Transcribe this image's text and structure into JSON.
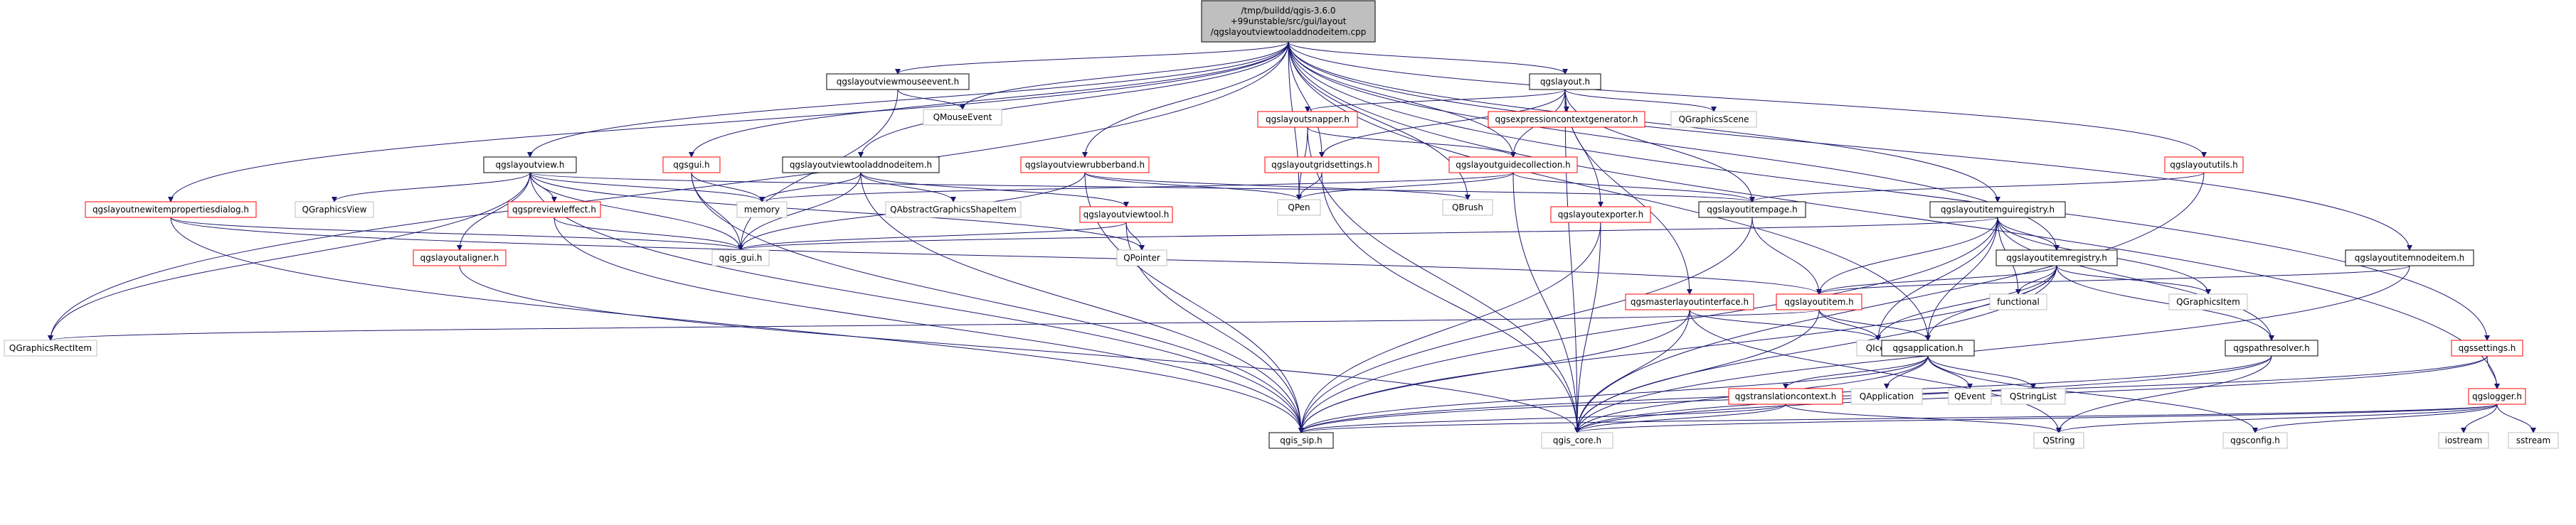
{
  "root": {
    "lines": [
      "/tmp/buildd/qgis-3.6.0",
      "+99unstable/src/gui/layout",
      "/qgslayoutviewtooladdnodeitem.cpp"
    ]
  },
  "nodes": [
    {
      "id": "n_qgslayoutviewmouseevent",
      "label": "qgslayoutviewmouseevent.h",
      "style": "black"
    },
    {
      "id": "n_qgslayout",
      "label": "qgslayout.h",
      "style": "black"
    },
    {
      "id": "n_qmouseevent",
      "label": "QMouseEvent",
      "style": "grey"
    },
    {
      "id": "n_qgslayoutsnapper",
      "label": "qgslayoutsnapper.h",
      "style": "red"
    },
    {
      "id": "n_qgsexpressioncontextgenerator",
      "label": "qgsexpressioncontextgenerator.h",
      "style": "red"
    },
    {
      "id": "n_qgraphicsscene",
      "label": "QGraphicsScene",
      "style": "grey"
    },
    {
      "id": "n_qgslayoutview",
      "label": "qgslayoutview.h",
      "style": "black"
    },
    {
      "id": "n_qgsgui",
      "label": "qgsgui.h",
      "style": "red"
    },
    {
      "id": "n_qgslayoutviewtooladdnodeitem",
      "label": "qgslayoutviewtooladdnodeitem.h",
      "style": "black"
    },
    {
      "id": "n_qgslayoutviewrubberband",
      "label": "qgslayoutviewrubberband.h",
      "style": "red"
    },
    {
      "id": "n_qgslayoutgridsettings",
      "label": "qgslayoutgridsettings.h",
      "style": "red"
    },
    {
      "id": "n_qgslayoutguidecollection",
      "label": "qgslayoutguidecollection.h",
      "style": "red"
    },
    {
      "id": "n_qgslayoututils",
      "label": "qgslayoututils.h",
      "style": "red"
    },
    {
      "id": "n_qgslayoutnewitempropertiesdialog",
      "label": "qgslayoutnewitempropertiesdialog.h",
      "style": "red"
    },
    {
      "id": "n_qgraphicsview",
      "label": "QGraphicsView",
      "style": "grey"
    },
    {
      "id": "n_qgspreviewleffect",
      "label": "qgspreviewleffect.h",
      "style": "red"
    },
    {
      "id": "n_memory",
      "label": "memory",
      "style": "grey"
    },
    {
      "id": "n_qabstractgraphicsshapeitem",
      "label": "QAbstractGraphicsShapeItem",
      "style": "grey"
    },
    {
      "id": "n_qgslayoutviewtool",
      "label": "qgslayoutviewtool.h",
      "style": "red"
    },
    {
      "id": "n_qpen",
      "label": "QPen",
      "style": "grey"
    },
    {
      "id": "n_qbrush",
      "label": "QBrush",
      "style": "grey"
    },
    {
      "id": "n_qgslayoutexporter",
      "label": "qgslayoutexporter.h",
      "style": "red"
    },
    {
      "id": "n_qgslayoutitempage",
      "label": "qgslayoutitempage.h",
      "style": "black"
    },
    {
      "id": "n_qgslayoutitemguiregistry",
      "label": "qgslayoutitemguiregistry.h",
      "style": "black"
    },
    {
      "id": "n_qgslayoutaligner",
      "label": "qgslayoutaligner.h",
      "style": "red"
    },
    {
      "id": "n_qgis_gui",
      "label": "qgis_gui.h",
      "style": "grey"
    },
    {
      "id": "n_qpointer",
      "label": "QPointer",
      "style": "grey"
    },
    {
      "id": "n_qgslayoutitemregistry",
      "label": "qgslayoutitemregistry.h",
      "style": "black"
    },
    {
      "id": "n_qgslayoutitemnodeitem",
      "label": "qgslayoutitemnodeitem.h",
      "style": "black"
    },
    {
      "id": "n_qgsmasterlayoutinterface",
      "label": "qgsmasterlayoutinterface.h",
      "style": "red"
    },
    {
      "id": "n_qgslayoutitem",
      "label": "qgslayoutitem.h",
      "style": "red"
    },
    {
      "id": "n_functional",
      "label": "functional",
      "style": "grey"
    },
    {
      "id": "n_qgraphicsitem",
      "label": "QGraphicsItem",
      "style": "grey"
    },
    {
      "id": "n_qgraphicsrectitem",
      "label": "QGraphicsRectItem",
      "style": "grey"
    },
    {
      "id": "n_qicon",
      "label": "QIcon",
      "style": "grey"
    },
    {
      "id": "n_qgsapplication",
      "label": "qgsapplication.h",
      "style": "black"
    },
    {
      "id": "n_qgspathresolver",
      "label": "qgspathresolver.h",
      "style": "black"
    },
    {
      "id": "n_qgssettings",
      "label": "qgssettings.h",
      "style": "red"
    },
    {
      "id": "n_qgslogger",
      "label": "qgslogger.h",
      "style": "red"
    },
    {
      "id": "n_qgstranslationcontext",
      "label": "qgstranslationcontext.h",
      "style": "red"
    },
    {
      "id": "n_qapplication",
      "label": "QApplication",
      "style": "grey"
    },
    {
      "id": "n_qevent",
      "label": "QEvent",
      "style": "grey"
    },
    {
      "id": "n_qstringlist",
      "label": "QStringList",
      "style": "grey"
    },
    {
      "id": "n_qgis_sip",
      "label": "qgis_sip.h",
      "style": "black"
    },
    {
      "id": "n_qgis_core",
      "label": "qgis_core.h",
      "style": "grey"
    },
    {
      "id": "n_qstring",
      "label": "QString",
      "style": "grey"
    },
    {
      "id": "n_qgsconfig",
      "label": "qgsconfig.h",
      "style": "grey"
    },
    {
      "id": "n_iostream",
      "label": "iostream",
      "style": "grey"
    },
    {
      "id": "n_sstream",
      "label": "sstream",
      "style": "grey"
    }
  ],
  "edges": [
    [
      "root",
      "n_qgslayoutviewmouseevent"
    ],
    [
      "root",
      "n_qgslayout"
    ],
    [
      "root",
      "n_qmouseevent"
    ],
    [
      "root",
      "n_qgslayoutview"
    ],
    [
      "root",
      "n_qgsgui"
    ],
    [
      "root",
      "n_qgslayoutviewtooladdnodeitem"
    ],
    [
      "root",
      "n_qgslayoutviewrubberband"
    ],
    [
      "root",
      "n_qgslayoututils"
    ],
    [
      "root",
      "n_qgslayoutnewitempropertiesdialog"
    ],
    [
      "root",
      "n_qgraphicsrectitem"
    ],
    [
      "root",
      "n_qgslayoutitemguiregistry"
    ],
    [
      "root",
      "n_qgslayoutitemregistry"
    ],
    [
      "root",
      "n_qgslayoutitemnodeitem"
    ],
    [
      "root",
      "n_qgssettings"
    ],
    [
      "root",
      "n_qgslogger"
    ],
    [
      "root",
      "n_qgsapplication"
    ],
    [
      "root",
      "n_qpen"
    ],
    [
      "root",
      "n_qgslayoutguidecollection"
    ],
    [
      "root",
      "n_qgslayoutgridsettings"
    ],
    [
      "root",
      "n_qbrush"
    ],
    [
      "n_qgslayoutviewmouseevent",
      "n_qmouseevent"
    ],
    [
      "n_qgslayoutviewmouseevent",
      "n_qgis_gui"
    ],
    [
      "n_qgslayout",
      "n_qgslayoutsnapper"
    ],
    [
      "n_qgslayout",
      "n_qgsexpressioncontextgenerator"
    ],
    [
      "n_qgslayout",
      "n_qgraphicsscene"
    ],
    [
      "n_qgslayout",
      "n_qgslayoutgridsettings"
    ],
    [
      "n_qgslayout",
      "n_qgslayoutguidecollection"
    ],
    [
      "n_qgslayout",
      "n_qgslayoutexporter"
    ],
    [
      "n_qgslayout",
      "n_qgslayoutitempage"
    ],
    [
      "n_qgslayout",
      "n_qgsmasterlayoutinterface"
    ],
    [
      "n_qgslayout",
      "n_qgis_core"
    ],
    [
      "n_qgslayoutsnapper",
      "n_qgslayoutguidecollection"
    ],
    [
      "n_qgslayoutsnapper",
      "n_qpen"
    ],
    [
      "n_qgslayoutsnapper",
      "n_qgis_core"
    ],
    [
      "n_qgslayoutgridsettings",
      "n_qpen"
    ],
    [
      "n_qgslayoutgridsettings",
      "n_qgis_core"
    ],
    [
      "n_qgslayoutguidecollection",
      "n_qpen"
    ],
    [
      "n_qgslayoutguidecollection",
      "n_memory"
    ],
    [
      "n_qgslayoutguidecollection",
      "n_qgslayoutitempage"
    ],
    [
      "n_qgslayoutguidecollection",
      "n_qgis_core"
    ],
    [
      "n_qgslayoutview",
      "n_qgraphicsview"
    ],
    [
      "n_qgslayoutview",
      "n_qgspreviewleffect"
    ],
    [
      "n_qgslayoutview",
      "n_memory"
    ],
    [
      "n_qgslayoutview",
      "n_qgslayoutaligner"
    ],
    [
      "n_qgslayoutview",
      "n_qgis_gui"
    ],
    [
      "n_qgslayoutview",
      "n_qgraphicsrectitem"
    ],
    [
      "n_qgslayoutview",
      "n_qgis_sip"
    ],
    [
      "n_qgslayoutview",
      "n_qpointer"
    ],
    [
      "n_qgslayoutview",
      "n_qgslayoutitempage"
    ],
    [
      "n_qgsgui",
      "n_memory"
    ],
    [
      "n_qgsgui",
      "n_qgis_gui"
    ],
    [
      "n_qgsgui",
      "n_qgis_sip"
    ],
    [
      "n_qgslayoutviewtooladdnodeitem",
      "n_memory"
    ],
    [
      "n_qgslayoutviewtooladdnodeitem",
      "n_qgis_gui"
    ],
    [
      "n_qgslayoutviewtooladdnodeitem",
      "n_qabstractgraphicsshapeitem"
    ],
    [
      "n_qgslayoutviewtooladdnodeitem",
      "n_qgslayoutviewtool"
    ],
    [
      "n_qgslayoutviewtooladdnodeitem",
      "n_qgis_sip"
    ],
    [
      "n_qgslayoutviewrubberband",
      "n_qgis_gui"
    ],
    [
      "n_qgslayoutviewrubberband",
      "n_qpen"
    ],
    [
      "n_qgslayoutviewrubberband",
      "n_qbrush"
    ],
    [
      "n_qgslayoutviewrubberband",
      "n_qgis_sip"
    ],
    [
      "n_qgslayoutviewtool",
      "n_qgis_gui"
    ],
    [
      "n_qgslayoutviewtool",
      "n_qpointer"
    ],
    [
      "n_qgslayoutviewtool",
      "n_qgis_sip"
    ],
    [
      "n_qgslayoutnewitempropertiesdialog",
      "n_qgis_gui"
    ],
    [
      "n_qgslayoutnewitempropertiesdialog",
      "n_qgis_sip"
    ],
    [
      "n_qgslayoutnewitempropertiesdialog",
      "n_qgslayoutitem"
    ],
    [
      "n_qgspreviewleffect",
      "n_qgis_gui"
    ],
    [
      "n_qgspreviewleffect",
      "n_qgis_sip"
    ],
    [
      "n_qgslayoutaligner",
      "n_qgis_core"
    ],
    [
      "n_qgslayoutexporter",
      "n_qgis_core"
    ],
    [
      "n_qgslayoutexporter",
      "n_qgis_sip"
    ],
    [
      "n_qgslayoutitempage",
      "n_qgslayoutitem"
    ],
    [
      "n_qgslayoutitempage",
      "n_qgis_sip"
    ],
    [
      "n_qgslayoututils",
      "n_qgslayoutitempage"
    ],
    [
      "n_qgslayoututils",
      "n_qgis_core"
    ],
    [
      "n_qgslayoutitemguiregistry",
      "n_qgis_gui"
    ],
    [
      "n_qgslayoutitemguiregistry",
      "n_qgslayoutitemregistry"
    ],
    [
      "n_qgslayoutitemguiregistry",
      "n_functional"
    ],
    [
      "n_qgslayoutitemguiregistry",
      "n_qgraphicsitem"
    ],
    [
      "n_qgslayoutitemguiregistry",
      "n_qicon"
    ],
    [
      "n_qgslayoutitemguiregistry",
      "n_qgslayoutitem"
    ],
    [
      "n_qgslayoutitemguiregistry",
      "n_qgsapplication"
    ],
    [
      "n_qgslayoutitemguiregistry",
      "n_qgis_sip"
    ],
    [
      "n_qgslayoutitemguiregistry",
      "n_qgspathresolver"
    ],
    [
      "n_qgslayoutitemregistry",
      "n_qgslayoutitem"
    ],
    [
      "n_qgslayoutitemregistry",
      "n_functional"
    ],
    [
      "n_qgslayoutitemregistry",
      "n_qgraphicsitem"
    ],
    [
      "n_qgslayoutitemregistry",
      "n_qicon"
    ],
    [
      "n_qgslayoutitemregistry",
      "n_qgsapplication"
    ],
    [
      "n_qgslayoutitemregistry",
      "n_qgspathresolver"
    ],
    [
      "n_qgslayoutitemregistry",
      "n_qgis_core"
    ],
    [
      "n_qgslayoutitemregistry",
      "n_qgis_sip"
    ],
    [
      "n_qgslayoutitemnodeitem",
      "n_qgslayoutitem"
    ],
    [
      "n_qgslayoutitemnodeitem",
      "n_qgis_core"
    ],
    [
      "n_qgsmasterlayoutinterface",
      "n_qicon"
    ],
    [
      "n_qgsmasterlayoutinterface",
      "n_qgis_core"
    ],
    [
      "n_qgsmasterlayoutinterface",
      "n_qgis_sip"
    ],
    [
      "n_qgsmasterlayoutinterface",
      "n_qstring"
    ],
    [
      "n_qgslayoutitem",
      "n_qgraphicsrectitem"
    ],
    [
      "n_qgslayoutitem",
      "n_qicon"
    ],
    [
      "n_qgslayoutitem",
      "n_qgsapplication"
    ],
    [
      "n_qgslayoutitem",
      "n_qgis_core"
    ],
    [
      "n_qgsapplication",
      "n_qgstranslationcontext"
    ],
    [
      "n_qgsapplication",
      "n_qapplication"
    ],
    [
      "n_qgsapplication",
      "n_qevent"
    ],
    [
      "n_qgsapplication",
      "n_qstringlist"
    ],
    [
      "n_qgsapplication",
      "n_qgsconfig"
    ],
    [
      "n_qgsapplication",
      "n_qgis_core"
    ],
    [
      "n_qgsapplication",
      "n_qgis_sip"
    ],
    [
      "n_qgspathresolver",
      "n_qgis_core"
    ],
    [
      "n_qgspathresolver",
      "n_qstring"
    ],
    [
      "n_qgspathresolver",
      "n_qgis_sip"
    ],
    [
      "n_qgstranslationcontext",
      "n_qgis_core"
    ],
    [
      "n_qgstranslationcontext",
      "n_qstring"
    ],
    [
      "n_qgstranslationcontext",
      "n_qgis_sip"
    ],
    [
      "n_qgssettings",
      "n_qgis_core"
    ],
    [
      "n_qgssettings",
      "n_qgslogger"
    ],
    [
      "n_qgssettings",
      "n_qgis_sip"
    ],
    [
      "n_qgslogger",
      "n_qgis_core"
    ],
    [
      "n_qgslogger",
      "n_qstring"
    ],
    [
      "n_qgslogger",
      "n_iostream"
    ],
    [
      "n_qgslogger",
      "n_sstream"
    ],
    [
      "n_qgslogger",
      "n_qgsconfig"
    ],
    [
      "n_qgslogger",
      "n_qgis_sip"
    ]
  ]
}
